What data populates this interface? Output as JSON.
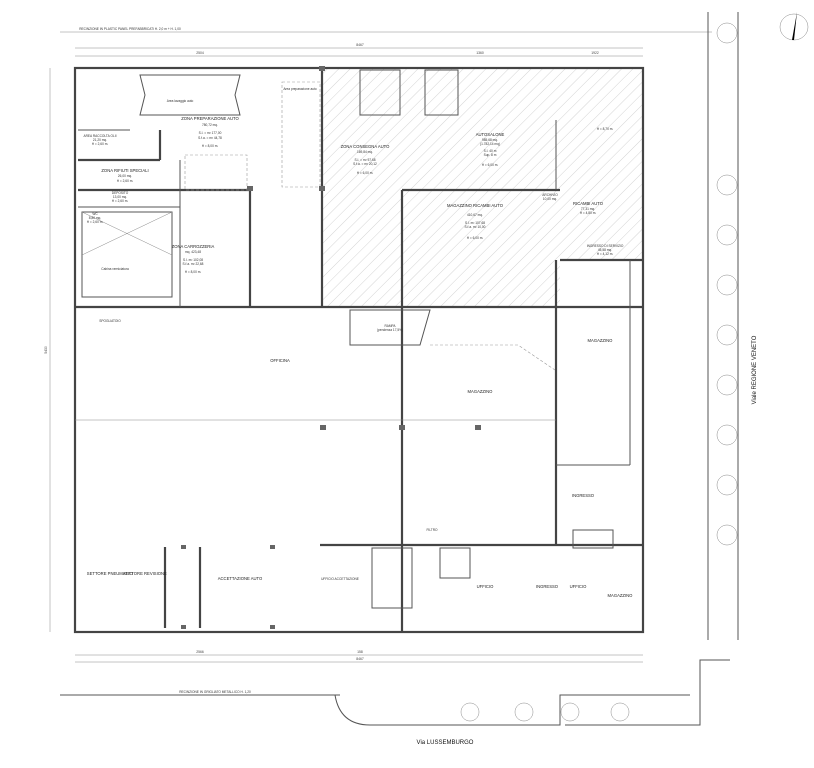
{
  "drawing": {
    "streets": {
      "south": "Via LUSSEMBURGO",
      "east": "Viale REGIONE VENETO"
    },
    "north_fence_note": "RECINZIONE IN PLASTIC PANEL PREFABBRICATI H. 2,0 m + H. 1,00",
    "south_fence_note": "RECINZIONE IN GRIGLIATO METALLICO H. 1,20",
    "dimensions": {
      "total_width": "8467",
      "top_1": "2504",
      "top_2": "1360",
      "top_3": "1922",
      "bottom_1": "2566",
      "bottom_2": "158",
      "total_height": "5430"
    },
    "rooms": [
      {
        "name": "ZONA PREPARAZIONE AUTO",
        "area": "780,72 mq.",
        "si": "S.I. = m² 177,00",
        "sfa": "S.f.a. = m² 44,78",
        "h": "H = 8,00 m."
      },
      {
        "name": "Area lavaggio auto"
      },
      {
        "name": "Area preparazione auto"
      },
      {
        "name": "AREA RACCOLTA OLII",
        "area": "21,20 mq.",
        "h": "H = 2,60 m."
      },
      {
        "name": "ZONA RIFIUTI SPECIALI",
        "area": "26,00 mq.",
        "h": "H = 2,60 m."
      },
      {
        "name": "DEPOSITO",
        "area": "13,00 mq.",
        "h": "H = 2,60 m."
      },
      {
        "name": "WC",
        "area": "8,80 mq.",
        "h": "H = 2,60 m."
      },
      {
        "name": "Cabina verniciatura"
      },
      {
        "name": "ZONA CARROZZERIA",
        "area": "mq. 423,48",
        "si": "S.I. m² 102,08",
        "sfa": "S.f.a. m² 22,68",
        "h": "H = 8,00 m."
      },
      {
        "name": "ZONA CONSEGNA AUTO",
        "area": "169,84 mq.",
        "si": "S.I. = m² 97,68",
        "sfa": "S.f.a. = m² 20,12",
        "h": "H = 6,00 m."
      },
      {
        "name": "AUTOSALONE",
        "area": "985,68 mq.",
        "extra": "(1.782,14 mq)",
        "si": "S.I. 40 m",
        "sfa": "Sup. 8 m",
        "h": "H = 6,00 m."
      },
      {
        "name": "",
        "h": "H = 8,70 m."
      },
      {
        "name": "MAGAZZINO RICAMBI AUTO",
        "area": "410,67 mq.",
        "si": "S.I. m² 107,68",
        "sfa": "S.f.a. m² 10,00",
        "h": "H = 6,00 m."
      },
      {
        "name": "ARCHIVIO",
        "area": "10,00 mq."
      },
      {
        "name": "RICAMBI AUTO",
        "area": "77,31 mq.",
        "h": "H = 4,80 m."
      },
      {
        "name": "INGRESSO DI SERVIZIO",
        "area": "45,58 mq.",
        "h": "H = 4,12 m."
      },
      {
        "name": "RAMPA",
        "extra": "(pendenza 17,5%)"
      },
      {
        "name": "OFFICINA"
      },
      {
        "name": "MAGAZZINO"
      },
      {
        "name": "MAGAZZINO"
      },
      {
        "name": "SPOGLIATOIO"
      },
      {
        "name": "INGRESSO"
      },
      {
        "name": "SETTORE PNEUMATICI"
      },
      {
        "name": "SETTORE REVISIONE"
      },
      {
        "name": "ACCETTAZIONE AUTO"
      },
      {
        "name": "UFFICIO ACCETTAZIONE"
      },
      {
        "name": "UFFICIO"
      },
      {
        "name": "INGRESSO"
      },
      {
        "name": "UFFICIO"
      },
      {
        "name": "MAGAZZINO"
      },
      {
        "name": "FILTRO"
      }
    ]
  }
}
